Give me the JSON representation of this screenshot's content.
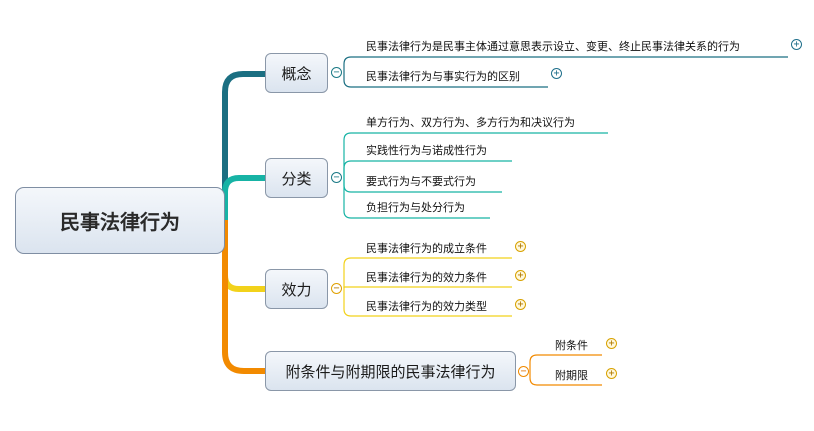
{
  "root": {
    "label": "民事法律行为"
  },
  "branches": [
    {
      "label": "概念",
      "color": "#1b6f82",
      "children": [
        {
          "label": "民事法律行为是民事主体通过意思表示设立、变更、终止民事法律关系的行为",
          "toggle": "+"
        },
        {
          "label": "民事法律行为与事实行为的区别",
          "toggle": "+"
        }
      ]
    },
    {
      "label": "分类",
      "color": "#17b3a5",
      "children": [
        {
          "label": "单方行为、双方行为、多方行为和决议行为"
        },
        {
          "label": "实践性行为与诺成性行为"
        },
        {
          "label": "要式行为与不要式行为"
        },
        {
          "label": "负担行为与处分行为"
        }
      ]
    },
    {
      "label": "效力",
      "color": "#f2d21b",
      "children": [
        {
          "label": "民事法律行为的成立条件",
          "toggle": "+"
        },
        {
          "label": "民事法律行为的效力条件",
          "toggle": "+"
        },
        {
          "label": "民事法律行为的效力类型",
          "toggle": "+"
        }
      ]
    },
    {
      "label": "附条件与附期限的民事法律行为",
      "color": "#f28a00",
      "children": [
        {
          "label": "附条件",
          "toggle": "+"
        },
        {
          "label": "附期限",
          "toggle": "+"
        }
      ]
    }
  ],
  "toggles": {
    "collapse": "−",
    "expand": "+"
  }
}
